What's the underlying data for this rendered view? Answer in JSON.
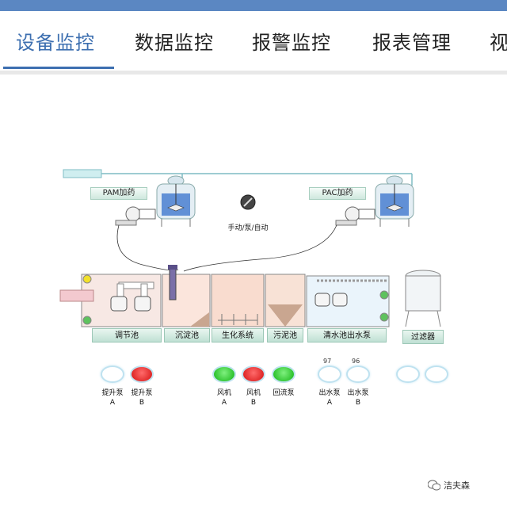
{
  "tabs": [
    {
      "label": "设备监控",
      "active": true
    },
    {
      "label": "数据监控",
      "active": false
    },
    {
      "label": "报警监控",
      "active": false
    },
    {
      "label": "报表管理",
      "active": false
    },
    {
      "label": "视",
      "active": false
    }
  ],
  "dosing": {
    "pam": "PAM加药",
    "pac": "PAC加药"
  },
  "mode_switch": {
    "label": "手动/泵/自动"
  },
  "tanks": [
    "调节池",
    "沉淀池",
    "生化系统",
    "污泥池",
    "清水池出水泵",
    "过滤器"
  ],
  "indicators": [
    {
      "name": "提升泵",
      "unit": "A",
      "state": "off"
    },
    {
      "name": "提升泵",
      "unit": "B",
      "state": "red"
    },
    {
      "name": "风机",
      "unit": "A",
      "state": "green"
    },
    {
      "name": "风机",
      "unit": "B",
      "state": "red"
    },
    {
      "name": "回流泵",
      "unit": "",
      "state": "green"
    },
    {
      "name": "出水泵",
      "unit": "A",
      "state": "off",
      "value": "97"
    },
    {
      "name": "出水泵",
      "unit": "B",
      "state": "off",
      "value": "96"
    },
    {
      "name": "",
      "unit": "",
      "state": "off"
    },
    {
      "name": "",
      "unit": "",
      "state": "off"
    }
  ],
  "watermark": "洁夫森",
  "colors": {
    "accent": "#3d6fb0",
    "green": "#12b312",
    "red": "#d41010"
  }
}
